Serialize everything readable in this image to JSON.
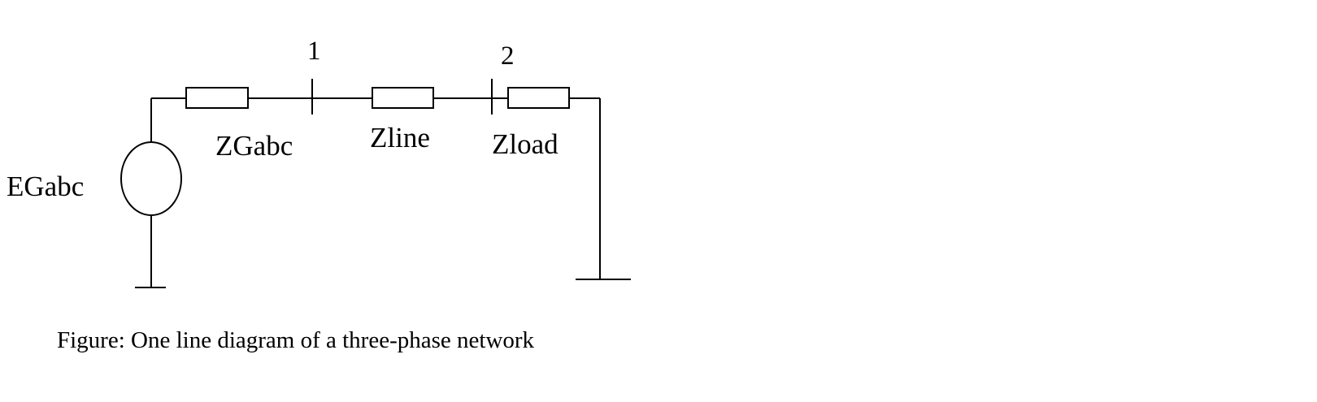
{
  "source_label": "EGabc",
  "bus_labels": {
    "bus1": "1",
    "bus2": "2"
  },
  "impedance_labels": {
    "generator": "ZGabc",
    "line": "Zline",
    "load": "Zload"
  },
  "caption": "Figure: One line diagram of a three-phase network"
}
